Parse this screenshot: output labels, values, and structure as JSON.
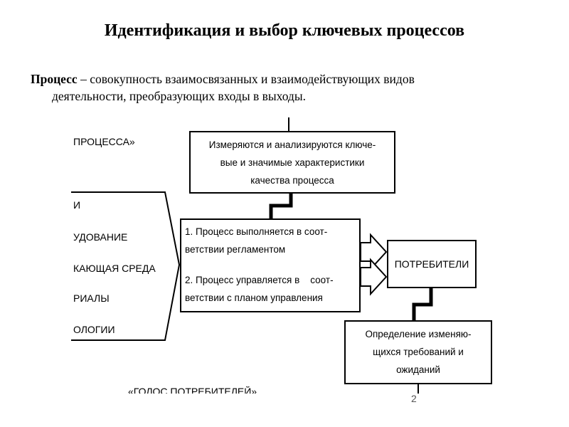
{
  "title": "Идентификация и выбор ключевых процессов",
  "definition": {
    "term": "Процесс",
    "line1_rest": " – совокупность взаимосвязанных и взаимодействующих видов",
    "line2": "деятельности, преобразующих входы в выходы."
  },
  "diagram": {
    "left_labels": {
      "top": "ПРОЦЕССА»",
      "item_1": "И",
      "item_2": "УДОВАНИЕ",
      "item_3": "КАЮЩАЯ СРЕДА",
      "item_4": "РИАЛЫ",
      "item_5": "ОЛОГИИ",
      "bottom": "«ГОЛОС ПОТРЕБИТЕЛЕЙ»"
    },
    "measure_box": {
      "line1": "Измеряются и анализируются ключе-",
      "line2": "вые и значимые характеристики",
      "line3": "качества процесса"
    },
    "process_box": {
      "item1_line1": "1. Процесс выполняется в соот-",
      "item1_line2": "ветствии регламентом",
      "item2_line1": "2. Процесс управляется в    соот-",
      "item2_line2": "ветствии с планом управления"
    },
    "consumers_box": {
      "label": "ПОТРЕБИТЕЛИ"
    },
    "requirements_box": {
      "line1": "Определение изменяю-",
      "line2": "щихся требований и",
      "line3": "ожиданий"
    }
  },
  "page_number": "2"
}
